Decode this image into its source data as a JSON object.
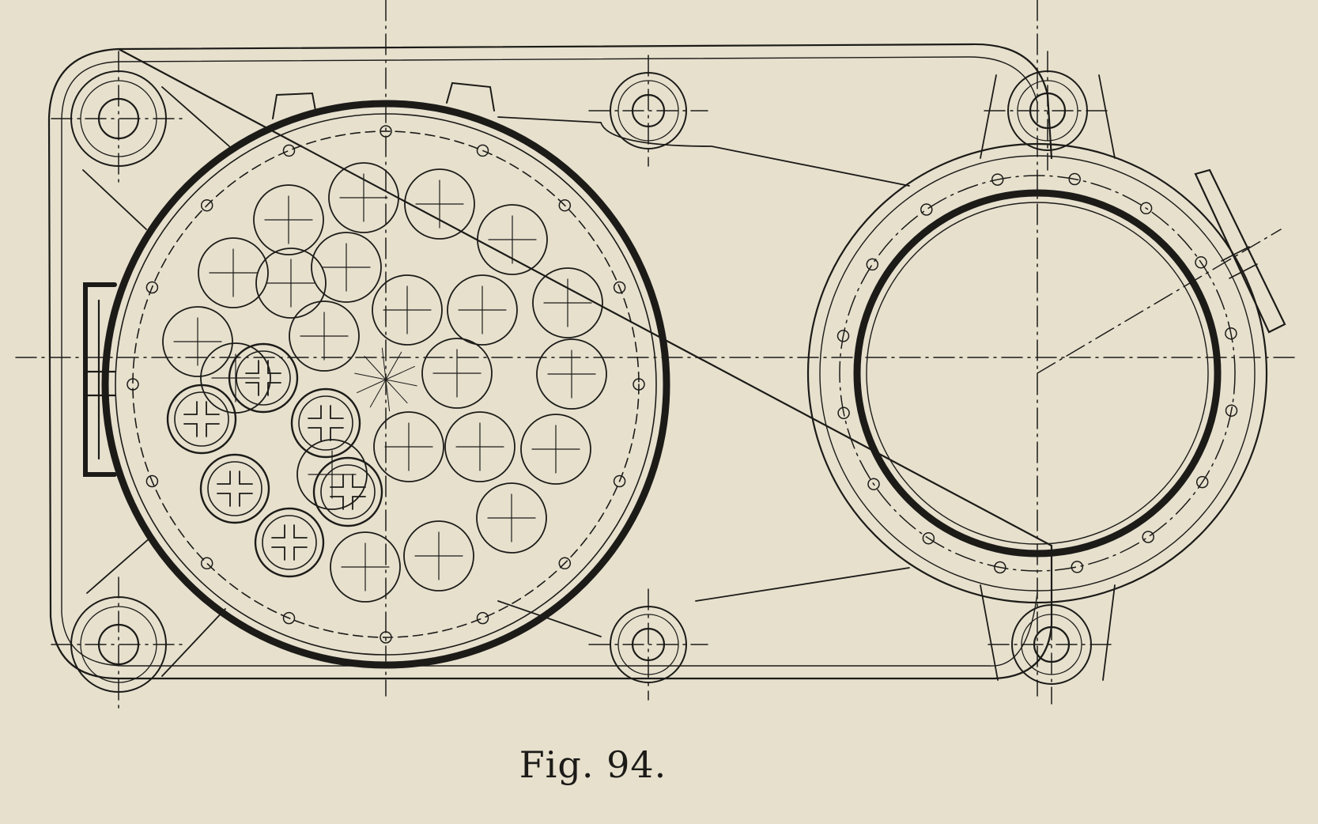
{
  "caption": "Fig. 94.",
  "colors": {
    "paper": "#e6e0cd",
    "ink": "#1c1b18"
  },
  "parts": {
    "tube_holes": 22,
    "stay_rings": 6,
    "mounting_lugs": 6
  }
}
